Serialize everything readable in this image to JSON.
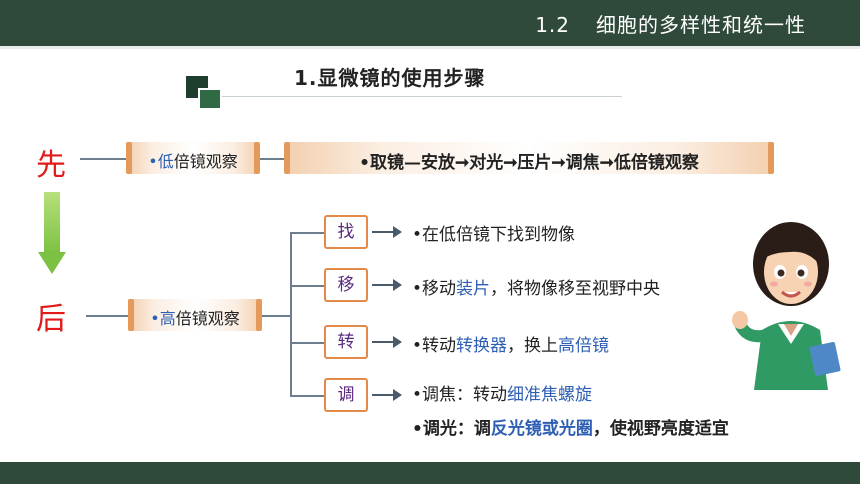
{
  "header": {
    "number": "1.2",
    "title": "细胞的多样性和统一性"
  },
  "section_title": "1.显微镜的使用步骤",
  "labels": {
    "first": "先",
    "after": "后"
  },
  "low_power": {
    "bullet": "•",
    "label_prefix": "低",
    "label_rest": "倍镜观察",
    "sequence": "•取镜—安放➞对光➞压片➞调焦➞低倍镜观察"
  },
  "high_power": {
    "bullet": "•",
    "label_prefix": "高",
    "label_rest": "倍镜观察"
  },
  "steps": [
    {
      "char": "找",
      "text_a": "•在低倍镜下找到物像",
      "text_b": "",
      "text_c": ""
    },
    {
      "char": "移",
      "text_a": "•移动",
      "text_b": "装片",
      "text_c": "，将物像移至视野中央"
    },
    {
      "char": "转",
      "text_a": "•转动",
      "text_b": "转换器",
      "text_c": "，换上",
      "text_d": "高倍镜"
    },
    {
      "char": "调",
      "text_a": "•调焦：转动",
      "text_b": "细准焦螺旋",
      "text_c": ""
    }
  ],
  "light_adjust": {
    "a": "•调光：调",
    "b": "反光镜或光圈",
    "c": "，使视野亮度适宜"
  },
  "colors": {
    "header_bg": "#2f4a3a",
    "accent_red": "#e21a1a",
    "accent_blue": "#2e5fb3",
    "box_border": "#e38a4a",
    "arrow_green": "#7cc142"
  }
}
